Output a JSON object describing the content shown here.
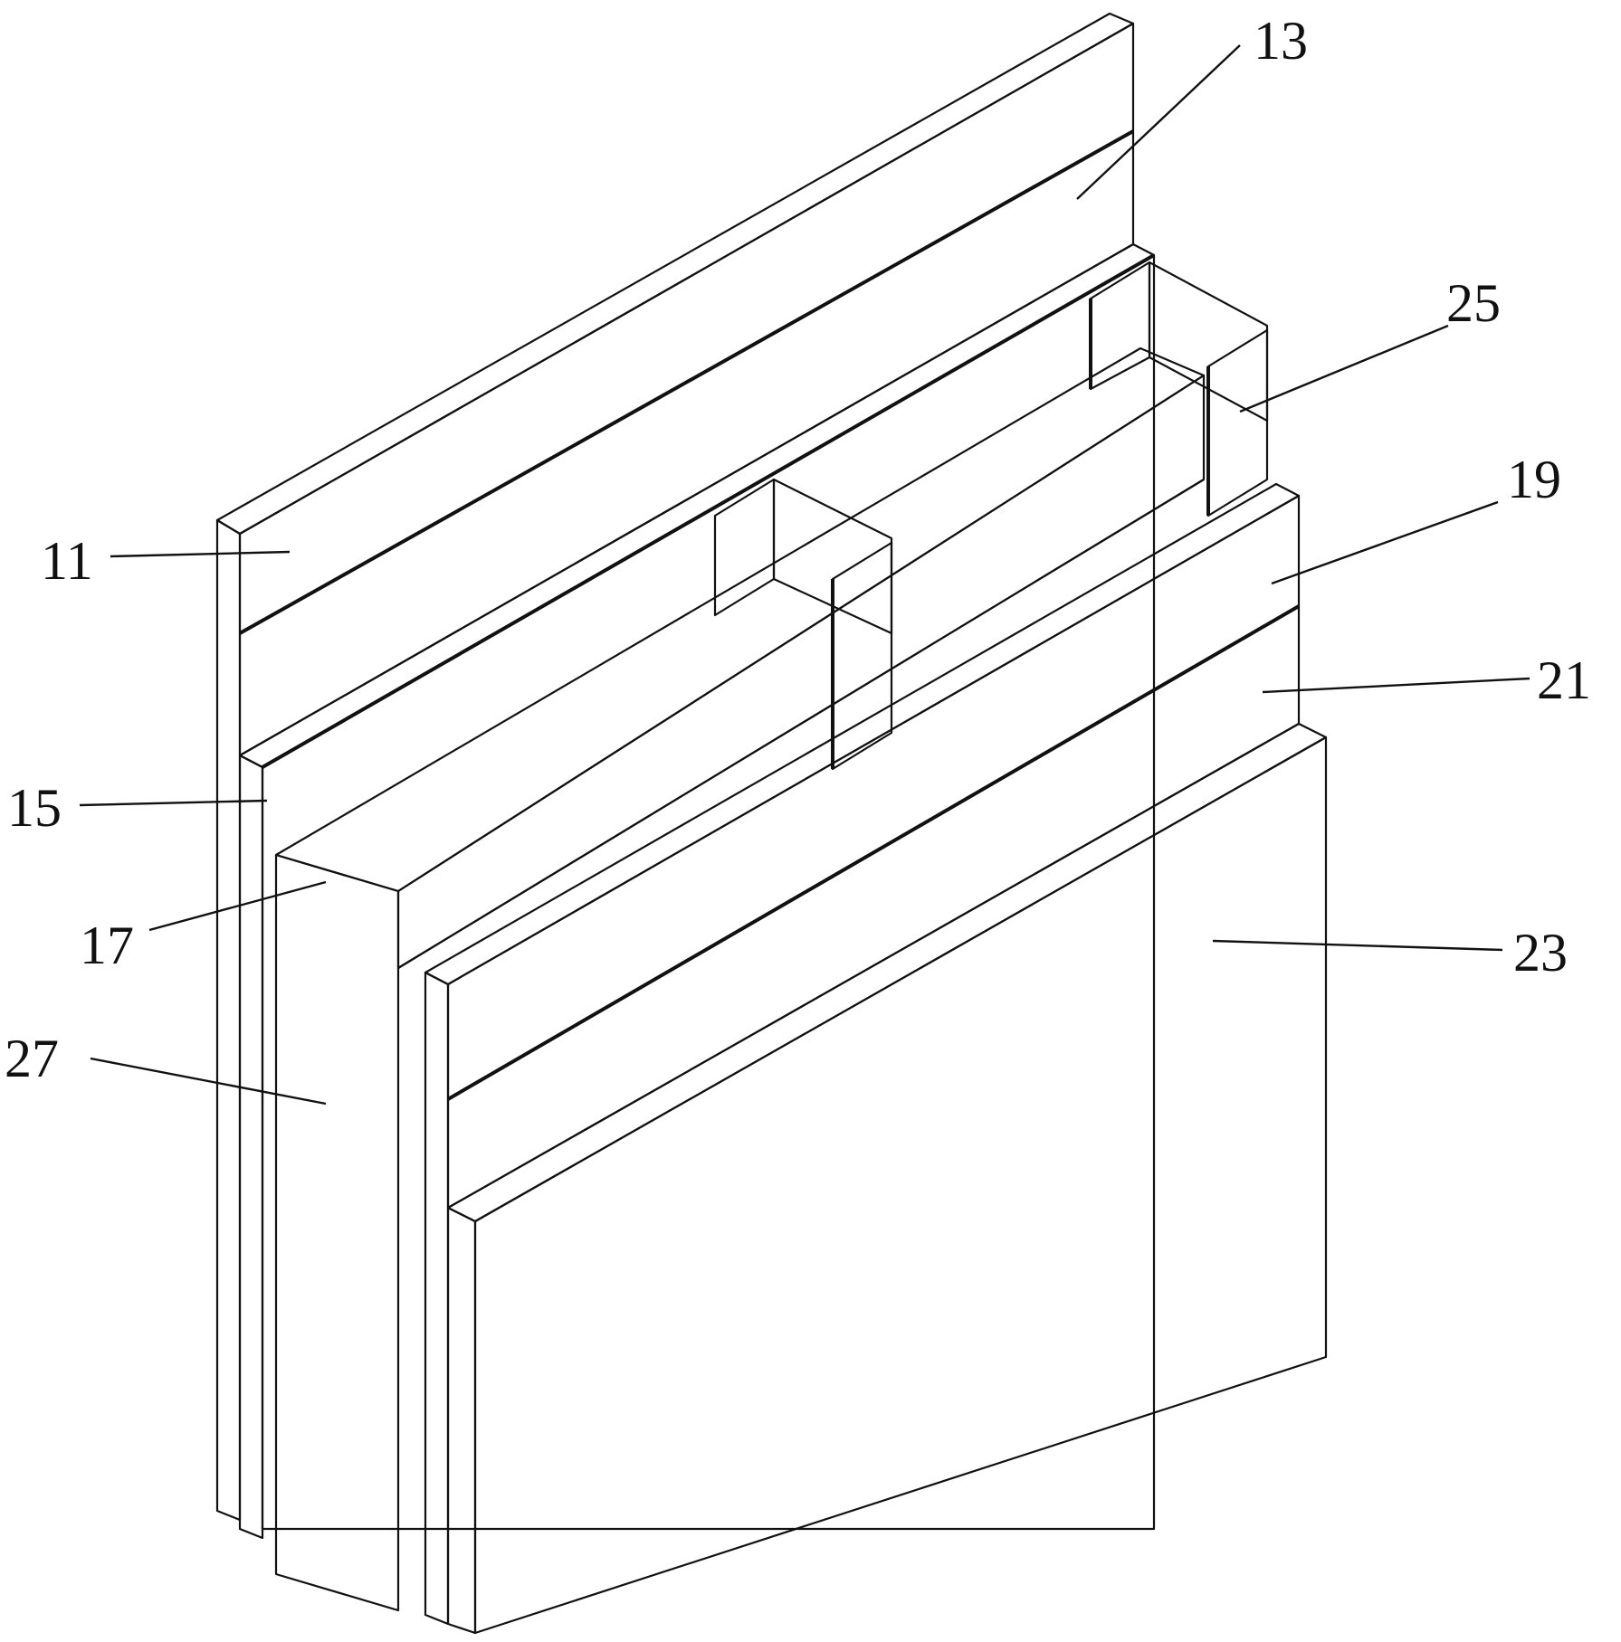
{
  "figure": {
    "callouts": [
      {
        "id": "11",
        "label": "11"
      },
      {
        "id": "13",
        "label": "13"
      },
      {
        "id": "15",
        "label": "15"
      },
      {
        "id": "17",
        "label": "17"
      },
      {
        "id": "19",
        "label": "19"
      },
      {
        "id": "21",
        "label": "21"
      },
      {
        "id": "23",
        "label": "23"
      },
      {
        "id": "25",
        "label": "25"
      },
      {
        "id": "27",
        "label": "27"
      }
    ]
  },
  "colors": {
    "ink": "#111111",
    "background": "#ffffff",
    "dot_fill": "#ffffff",
    "fine_fill": "#fafafa"
  }
}
